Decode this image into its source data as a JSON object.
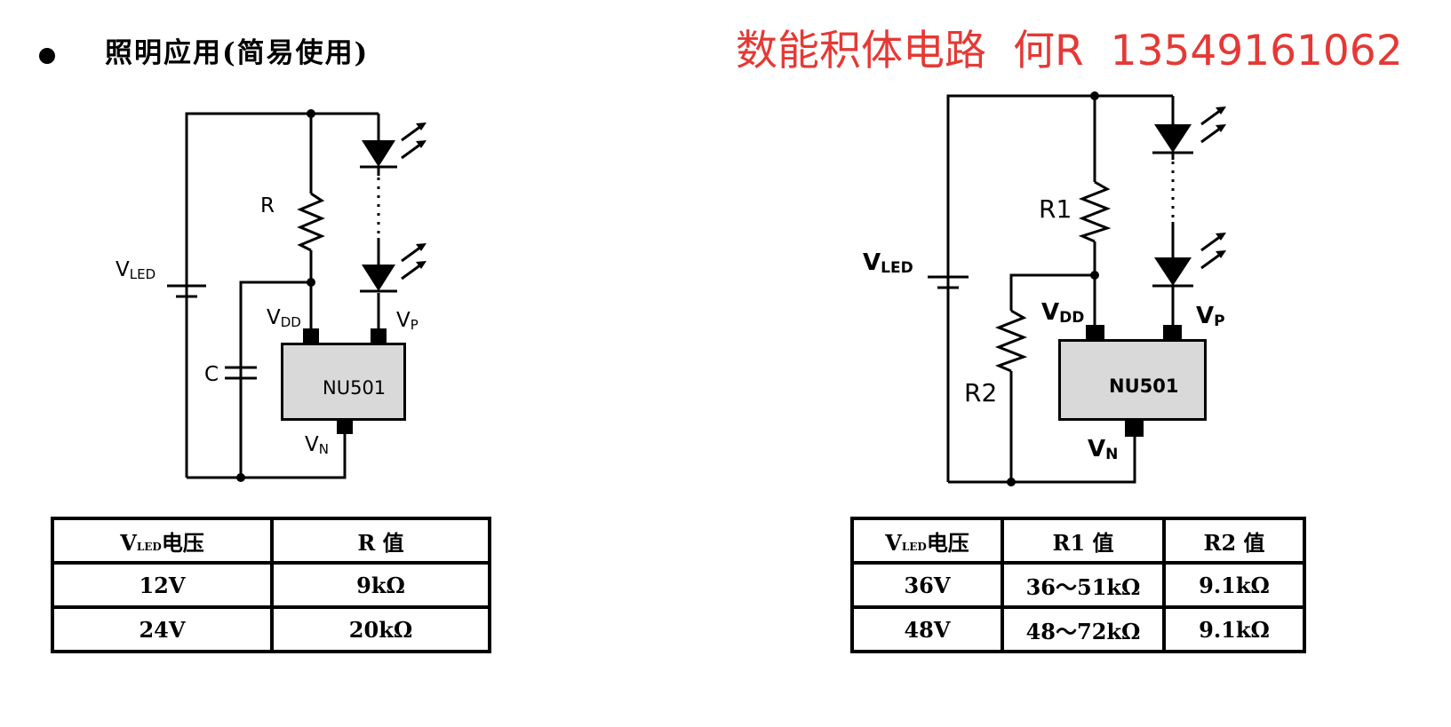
{
  "page": {
    "heading": "照明应用(简易使用)",
    "contact": {
      "company": "数能积体电路",
      "person": "何R",
      "phone": "13549161062"
    }
  },
  "circuit1": {
    "r_label": "R",
    "c_label": "C",
    "vled": {
      "main": "V",
      "sub": "LED"
    },
    "vdd": {
      "main": "V",
      "sub": "DD"
    },
    "vp": {
      "main": "V",
      "sub": "P"
    },
    "vn": {
      "main": "V",
      "sub": "N"
    },
    "chip_label": "NU501"
  },
  "circuit2": {
    "r1_label": "R1",
    "r2_label": "R2",
    "vled": {
      "main": "V",
      "sub": "LED"
    },
    "vdd": {
      "main": "V",
      "sub": "DD"
    },
    "vp": {
      "main": "V",
      "sub": "P"
    },
    "vn": {
      "main": "V",
      "sub": "N"
    },
    "chip_label": "NU501"
  },
  "table1": {
    "header": {
      "vled_main": "V",
      "vled_sub": "LED",
      "vled_suffix": "电压",
      "r": "R 值"
    },
    "rows": [
      {
        "vled": "12V",
        "r": "9kΩ"
      },
      {
        "vled": "24V",
        "r": "20kΩ"
      }
    ]
  },
  "table2": {
    "header": {
      "vled_main": "V",
      "vled_sub": "LED",
      "vled_suffix": "电压",
      "r1": "R1 值",
      "r2": "R2 值"
    },
    "rows": [
      {
        "vled": "36V",
        "r1": "36～51kΩ",
        "r2": "9.1kΩ"
      },
      {
        "vled": "48V",
        "r1": "48～72kΩ",
        "r2": "9.1kΩ"
      }
    ]
  }
}
